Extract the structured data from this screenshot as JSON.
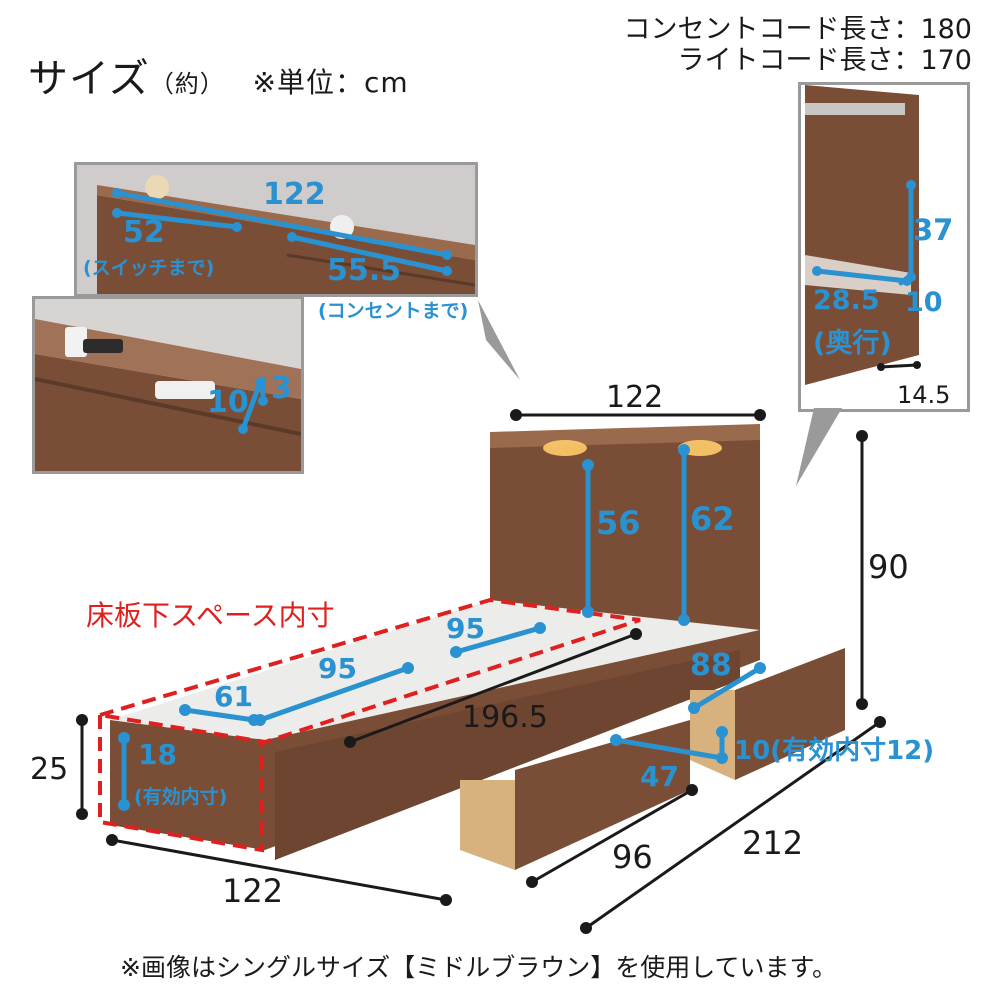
{
  "header": {
    "title_main": "サイズ",
    "title_approx": "（約）",
    "unit_note": "※単位：cm"
  },
  "cords": {
    "outlet_cord": "コンセントコード長さ：180",
    "light_cord": "ライトコード長さ：170"
  },
  "shelf_inset": {
    "width": "122",
    "to_switch": "52",
    "to_switch_note": "(スイッチまで)",
    "to_outlet": "55.5",
    "to_outlet_note": "(コンセントまで)"
  },
  "outlet_inset": {
    "slot_length": "10",
    "slot_height": "3"
  },
  "side_inset": {
    "height": "37",
    "depth": "28.5",
    "depth_note": "(奥行)",
    "shelf_height": "10",
    "thickness": "14.5"
  },
  "headboard": {
    "width": "122",
    "light_height_left": "56",
    "light_height_right": "62",
    "total_height": "90"
  },
  "underfloor": {
    "title": "床板下スペース内寸",
    "width_a": "95",
    "width_b": "95",
    "depth": "61",
    "height": "18",
    "height_note": "(有効内寸)"
  },
  "body": {
    "floor_height": "25",
    "length": "196.5",
    "total_length": "212",
    "width": "122",
    "width_with_drawer": "96"
  },
  "drawer": {
    "width": "88",
    "depth": "47",
    "height": "10(有効内寸12)"
  },
  "footer": {
    "note": "※画像はシングルサイズ【ミドルブラウン】を使用しています。"
  },
  "colors": {
    "dimension_blue": "#2a92d0",
    "wood_brown": "#7a4e36",
    "accent_red": "#e0201f"
  }
}
